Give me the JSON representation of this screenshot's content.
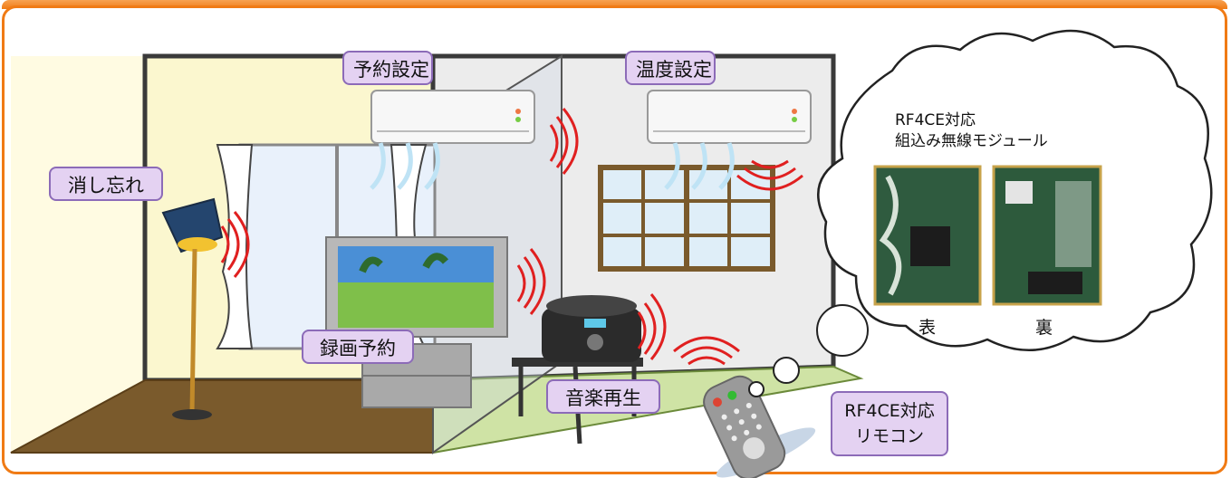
{
  "callouts": {
    "reservation_setting": "予約設定",
    "temperature_setting": "温度設定",
    "forgot_to_turn_off": "消し忘れ",
    "recording_reservation": "録画予約",
    "music_playback": "音楽再生",
    "remote_line1": "RF4CE対応",
    "remote_line2": "リモコン"
  },
  "thought_bubble": {
    "title_line1": "RF4CE対応",
    "title_line2": "組込み無線モジュール",
    "front_label": "表",
    "back_label": "裏"
  },
  "colors": {
    "frame_border": "#f07b15",
    "callout_fill": "#e4d2f2",
    "callout_border": "#8c6bb8",
    "signal_waves": "#e02020",
    "left_wall": "#fbf7cf",
    "right_wall": "#ececec",
    "wood_floor": "#7a5a2c",
    "tatami_floor": "#cfe3a5"
  },
  "icons": [
    "floor-lamp-icon",
    "tv-icon",
    "air-conditioner-icon",
    "stereo-icon",
    "remote-control-icon",
    "window-icon",
    "module-board-icon",
    "signal-wave-icon"
  ]
}
